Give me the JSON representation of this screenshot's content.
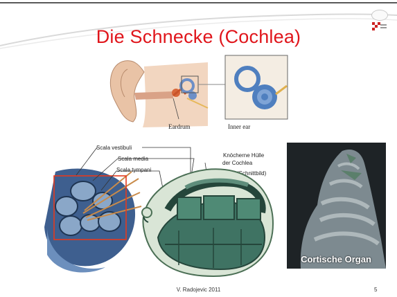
{
  "slide": {
    "title": "Die Schnecke (Cochlea)",
    "footer": "V. Radojevic 2011",
    "page_number": "5"
  },
  "ear_figure": {
    "label_eardrum": "Eardrum",
    "label_inner_ear": "Inner ear"
  },
  "cochlea_section": {
    "labels": {
      "scala_vestibuli": "Scala vestibuli",
      "scala_media": "Scala media",
      "scala_tympani": "Scala tympani",
      "hull_line1": "Knöcherne Hülle",
      "hull_line2": "der Cochlea",
      "hull_line3": "(Schnittbild)"
    }
  },
  "photo": {
    "caption": "Cortische Organ"
  },
  "colors": {
    "title": "#e0151b",
    "highlight_box": "#e53a1e",
    "cochlea_blue": "#4c6f9e",
    "section_green": "#3c6f5a",
    "photo_gray": "#7d8a90"
  }
}
